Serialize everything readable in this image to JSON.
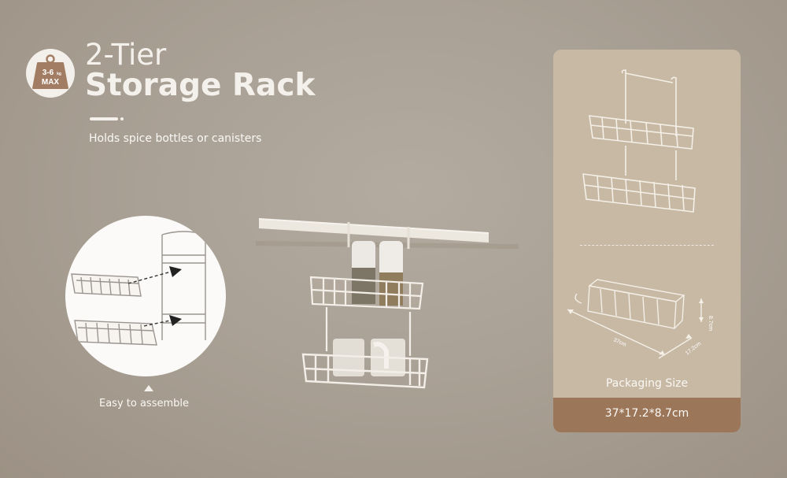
{
  "badge": {
    "range": "3-6",
    "unit": "kg",
    "max": "MAX"
  },
  "heading": {
    "line1": "2-Tier",
    "line2": "Storage Rack"
  },
  "subtitle": "Holds spice bottles or canisters",
  "assembly_caption": "Easy to assemble",
  "packaging": {
    "label": "Packaging Size",
    "dimensions": "37*17.2*8.7cm",
    "length": "37cm",
    "width": "17.2cm",
    "height": "8.7cm"
  }
}
